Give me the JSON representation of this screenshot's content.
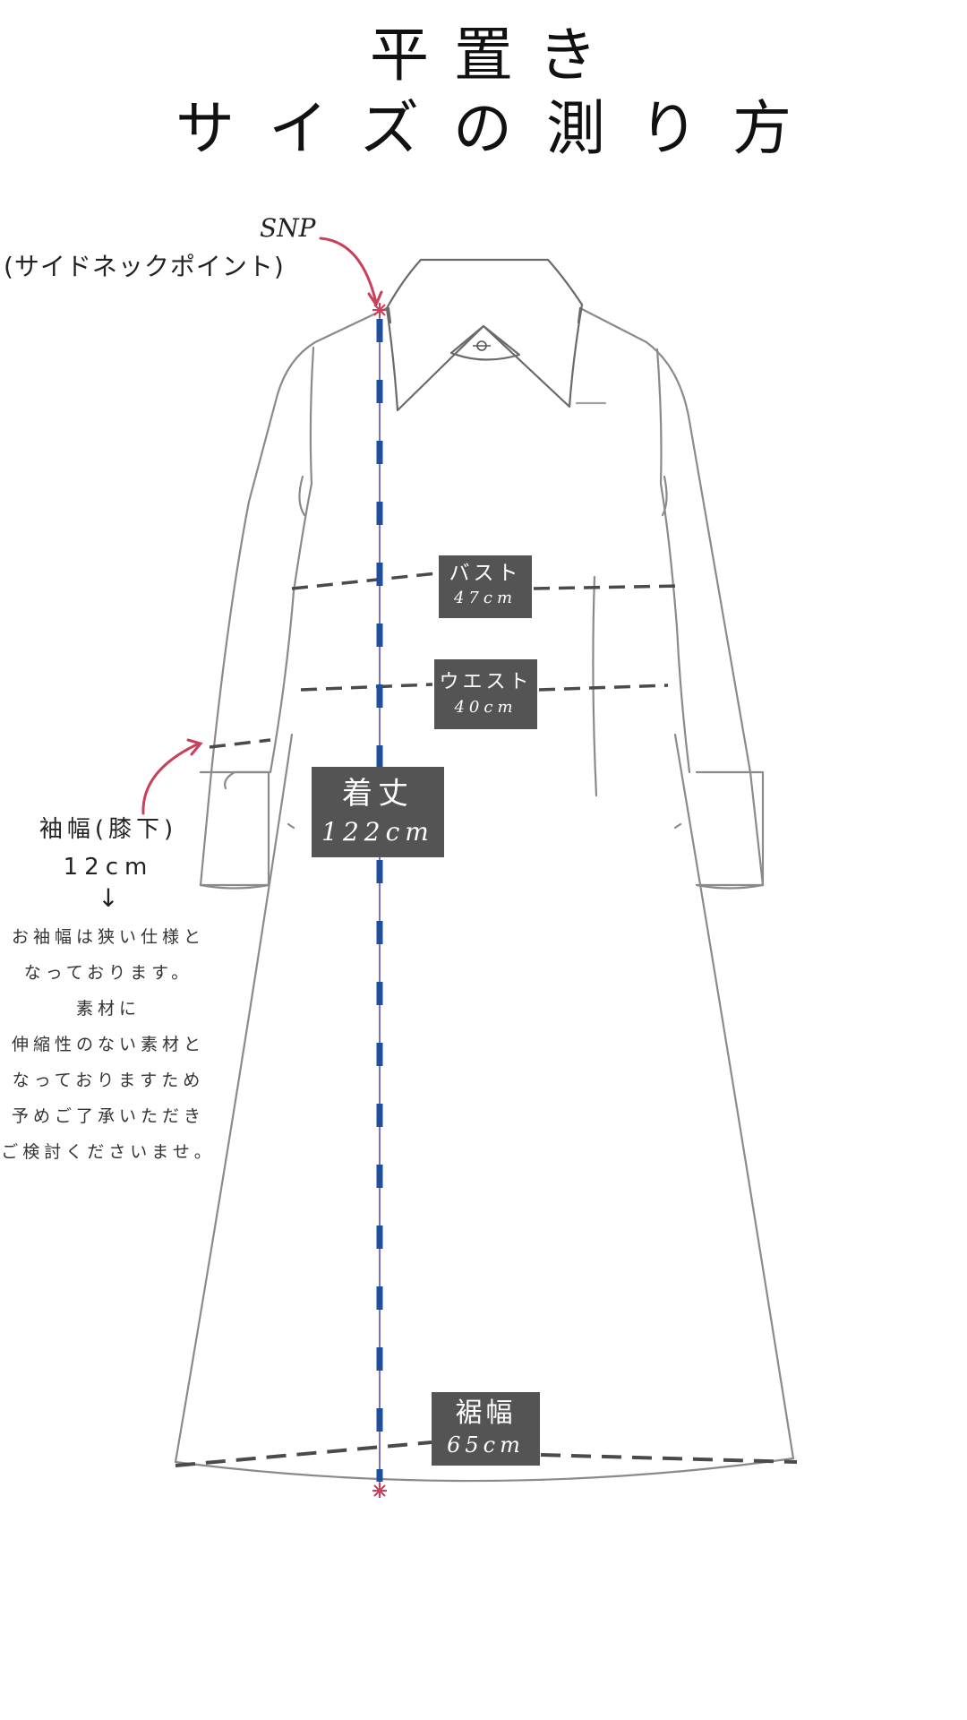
{
  "title": {
    "line1": "平置き",
    "line2": "サイズの測り方"
  },
  "snp": {
    "term": "SNP",
    "full": "(サイドネックポイント)"
  },
  "measurements": {
    "bust": {
      "label": "バスト",
      "value": "47cm"
    },
    "waist": {
      "label": "ウエスト",
      "value": "40cm"
    },
    "length": {
      "label": "着丈",
      "value": "122cm"
    },
    "hem": {
      "label": "裾幅",
      "value": "65cm"
    },
    "sleeve": {
      "label": "袖幅(膝下)",
      "value": "12cm"
    }
  },
  "note": {
    "arrow": "↓",
    "lines": [
      "お袖幅は狭い仕様と",
      "なっております。",
      "素材に",
      "伸縮性のない素材と",
      "なっておりますため",
      "予めご了承いただき",
      "ご検討くださいませ。"
    ]
  },
  "colors": {
    "outline": "#8a8a8a",
    "measure_line": "#4a4a4a",
    "length_line": "#1f4e9c",
    "accent": "#c8405a",
    "tag_bg": "#545454"
  }
}
